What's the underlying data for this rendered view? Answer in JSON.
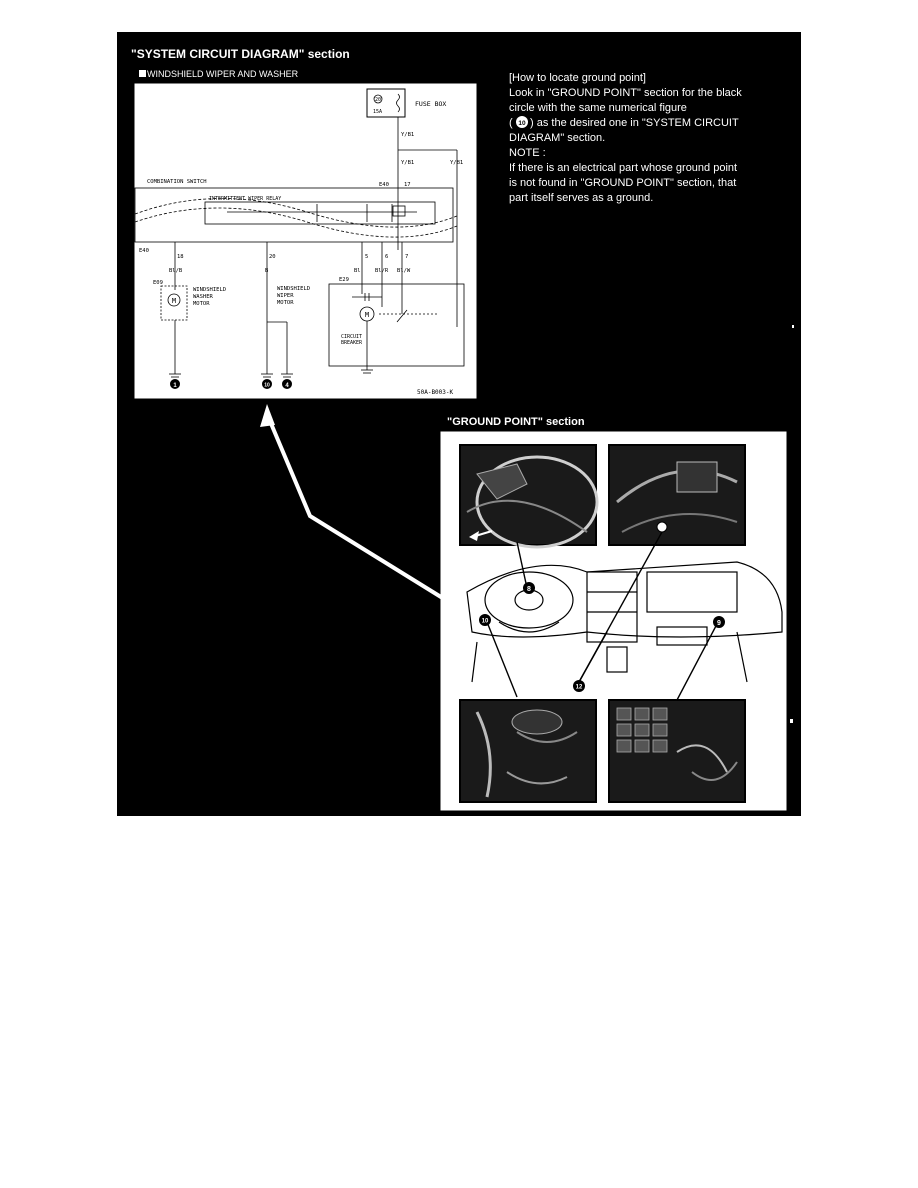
{
  "page": {
    "sys_section_title": "\"SYSTEM CIRCUIT DIAGRAM\" section",
    "circuit_title": "WINDSHIELD WIPER AND WASHER",
    "ground_section_title": "\"GROUND POINT\" section",
    "howto": {
      "heading": "[How to locate ground point]",
      "line1": "Look in \"GROUND POINT\" section for the black",
      "line2": "circle with the same numerical figure",
      "line3_post": ") as the desired one in \"SYSTEM CIRCUIT",
      "line4": "DIAGRAM\" section.",
      "line5": "NOTE :",
      "line6": "If there is an electrical part whose ground point",
      "line7": "is not found in \"GROUND POINT\" section, that",
      "line8": "part itself serves as a ground."
    }
  },
  "circuit": {
    "fuse_box": "FUSE BOX",
    "fuse_amp": "15A",
    "fuse_num": "20",
    "combination_switch": "COMBINATION SWITCH",
    "intermittent_relay": "INTERMITTENT WIPER RELAY",
    "connector_e40_top": "E40",
    "pin_17": "17",
    "connector_e40_left": "E40",
    "pin_18": "18",
    "pin_20": "20",
    "pin_5": "5",
    "pin_6": "6",
    "pin_7": "7",
    "wire_yb1": "Y/B1",
    "wire_yb2": "Y/B1",
    "wire_yb3": "Y/B1",
    "wire_blb": "Bl/B",
    "wire_b": "B",
    "wire_bl": "Bl",
    "wire_blr": "Bl/R",
    "wire_blw": "Bl/W",
    "washer_connector": "E09",
    "washer_motor": [
      "WINDSHIELD",
      "WASHER",
      "MOTOR"
    ],
    "wiper_connector": "E29",
    "wiper_motor": [
      "WINDSHIELD",
      "WIPER",
      "MOTOR"
    ],
    "circuit_breaker": [
      "CIRCUIT",
      "BREAKER"
    ],
    "motor_symbol": "M",
    "ground_labels": [
      "1",
      "10",
      "4"
    ],
    "diagram_code": "50A-B003-K"
  },
  "ground": {
    "callout_12": "12",
    "callout_8": "8",
    "callout_10": "10",
    "callout_9": "9"
  }
}
